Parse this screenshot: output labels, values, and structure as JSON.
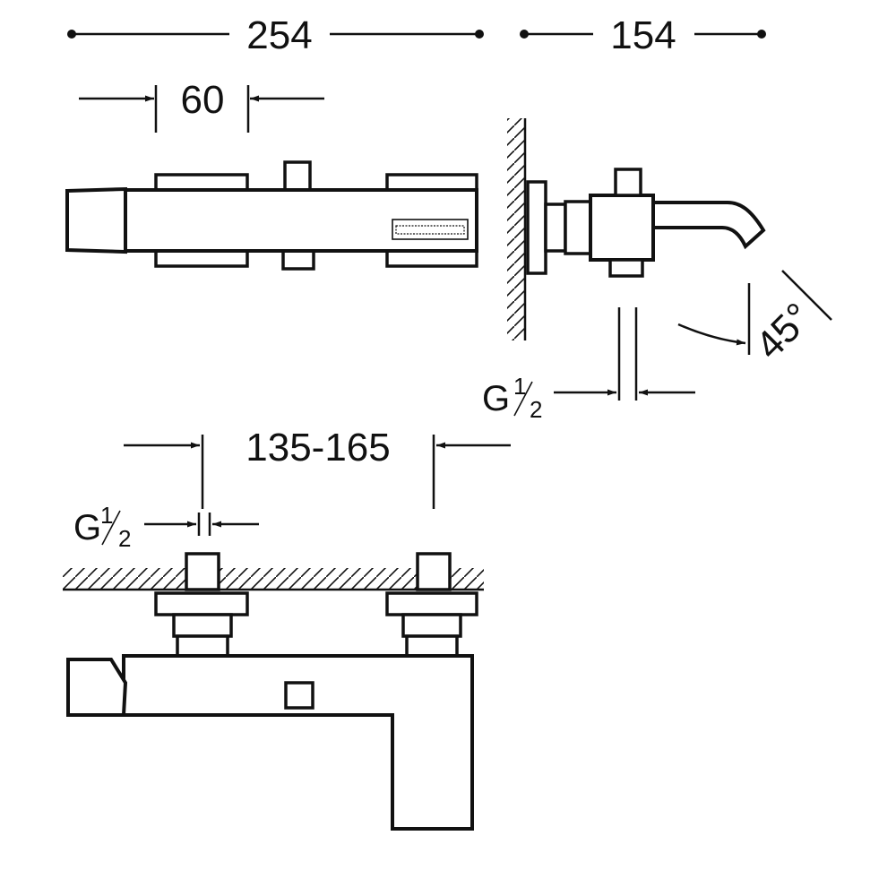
{
  "dimensions": {
    "overall_length": "254",
    "projection": "154",
    "handle_width": "60",
    "swivel_angle": "45°",
    "center_distance": "135-165",
    "thread_side_view": {
      "letter": "G",
      "num": "1",
      "den": "2"
    },
    "thread_bottom_view": {
      "letter": "G",
      "num": "1",
      "den": "2"
    }
  },
  "colors": {
    "line": "#111111",
    "background": "#ffffff"
  }
}
